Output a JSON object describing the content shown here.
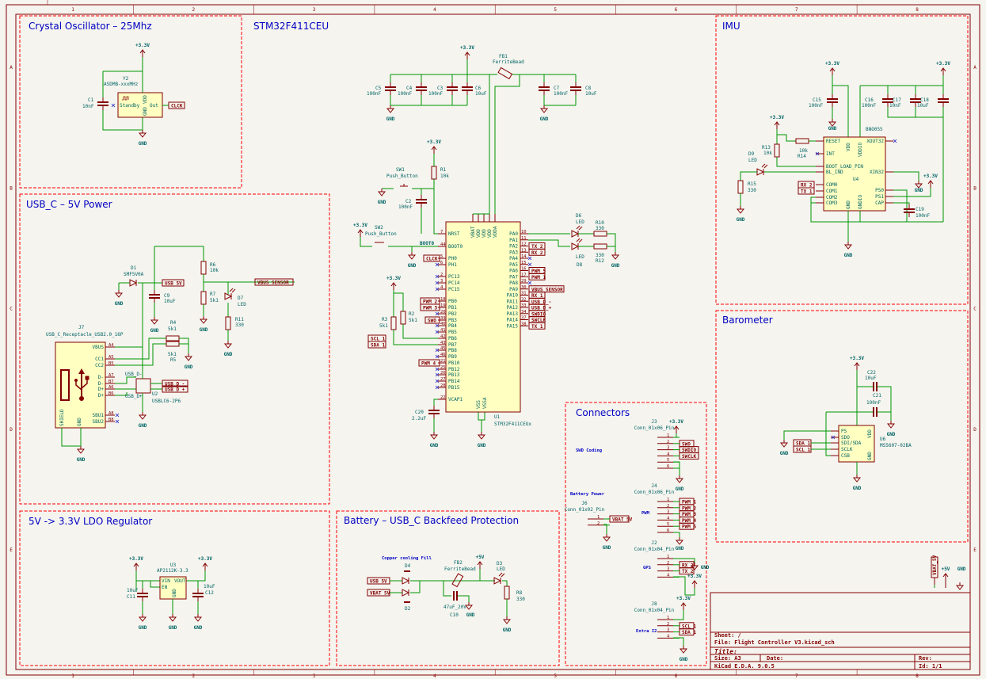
{
  "colors": {
    "background": "#f5f4ef",
    "frame": "#840000",
    "wire": "#009600",
    "component_text": "#006464",
    "section_text": "#0000c2",
    "section_border": "#ff0000",
    "ic_body": "#ffffc2",
    "no_connect": "#2020c0"
  },
  "border": {
    "columns": [
      "1",
      "2",
      "3",
      "4",
      "5",
      "6",
      "7",
      "8"
    ],
    "rows": [
      "A",
      "B",
      "C",
      "D",
      "E"
    ]
  },
  "sections": {
    "crystal": "Crystal Oscillator – 25Mhz",
    "mcu": "STM32F411CEU",
    "usb": "USB_C – 5V Power",
    "ldo": "5V -> 3.3V LDO Regulator",
    "battery": "Battery – USB_C Backfeed Protection",
    "connectors": "Connectors",
    "imu": "IMU",
    "barometer": "Barometer"
  },
  "power": {
    "v33": "+3.3V",
    "gnd": "GND",
    "v5": "+5V"
  },
  "nets": {
    "clck": "CLCK",
    "usb_5v": "USB_5V",
    "vbus_sensor": "VBUS_SENSOR",
    "usb_dm": "USB_D_-",
    "usb_dp": "USB_D_+",
    "usb_dn_local": "USB_D-",
    "usb_dp_local": "USB_D+",
    "tx2": "TX_2",
    "rx2": "RX_2",
    "pwm1": "PWM_1",
    "pwm2": "PWM_2",
    "pwm3": "PWM_3",
    "pwm4": "PWM_4",
    "pwm5": "PWM_5",
    "rx1": "RX_1",
    "tx1": "TX_1",
    "swo": "SWO",
    "swdio": "SWDIO",
    "swclk": "SWCLK",
    "scl1": "SCL_1",
    "sda1": "SDA_1",
    "vbat_5v": "VBAT_5V",
    "boot0": "BOOT0"
  },
  "components": {
    "Y2": {
      "ref": "Y2",
      "value": "ASDMB-xxxMHz",
      "pins": [
        "Standby",
        "Out",
        "GND",
        "VDD"
      ]
    },
    "C1": {
      "ref": "C1",
      "value": "10nF"
    },
    "C5": {
      "ref": "C5",
      "value": "100nF"
    },
    "C4": {
      "ref": "C4",
      "value": "100nF"
    },
    "C3": {
      "ref": "C3",
      "value": "100nF"
    },
    "C6": {
      "ref": "C6",
      "value": "10uF"
    },
    "C7": {
      "ref": "C7",
      "value": "100nF"
    },
    "C8": {
      "ref": "C8",
      "value": "10uF"
    },
    "FB1": {
      "ref": "FB1",
      "value": "FerriteBead"
    },
    "R1": {
      "ref": "R1",
      "value": "10k"
    },
    "SW1": {
      "ref": "SW1",
      "value": "Push_Button"
    },
    "SW2": {
      "ref": "SW2",
      "value": "Push_Button"
    },
    "C2": {
      "ref": "C2",
      "value": "100nF"
    },
    "R2": {
      "ref": "R2",
      "value": "5k1"
    },
    "R3": {
      "ref": "R3",
      "value": "5k1"
    },
    "C20": {
      "ref": "C20",
      "value": "2.2uF"
    },
    "D6": {
      "ref": "D6",
      "value": "LED"
    },
    "D8": {
      "ref": "D8",
      "value": "LED"
    },
    "R10": {
      "ref": "R10",
      "value": "330"
    },
    "R12": {
      "ref": "R12",
      "value": "330"
    },
    "U1": {
      "ref": "U1",
      "value": "STM32F411CEUx",
      "top_pins": [
        "VBAT",
        "VDD",
        "VDD",
        "VDD",
        "VDDA"
      ],
      "bottom_pins": [
        "VSS",
        "VSSA"
      ],
      "left_pins": [
        {
          "num": "7",
          "name": "NRST"
        },
        {
          "num": "44",
          "name": "BOOT0"
        },
        {
          "num": "5",
          "name": "PH0"
        },
        {
          "num": "6",
          "name": "PH1"
        },
        {
          "num": "2",
          "name": "PC13"
        },
        {
          "num": "3",
          "name": "PC14"
        },
        {
          "num": "4",
          "name": "PC15"
        },
        {
          "num": "18",
          "name": "PB0"
        },
        {
          "num": "19",
          "name": "PB1"
        },
        {
          "num": "20",
          "name": "PB2"
        },
        {
          "num": "39",
          "name": "PB3"
        },
        {
          "num": "40",
          "name": "PB4"
        },
        {
          "num": "41",
          "name": "PB5"
        },
        {
          "num": "42",
          "name": "PB6"
        },
        {
          "num": "43",
          "name": "PB7"
        },
        {
          "num": "45",
          "name": "PB8"
        },
        {
          "num": "46",
          "name": "PB9"
        },
        {
          "num": "21",
          "name": "PB10"
        },
        {
          "num": "25",
          "name": "PB12"
        },
        {
          "num": "26",
          "name": "PB13"
        },
        {
          "num": "27",
          "name": "PB14"
        },
        {
          "num": "28",
          "name": "PB15"
        },
        {
          "num": "22",
          "name": "VCAP1"
        }
      ],
      "right_pins": [
        {
          "num": "10",
          "name": "PA0"
        },
        {
          "num": "11",
          "name": "PA1"
        },
        {
          "num": "12",
          "name": "PA2"
        },
        {
          "num": "13",
          "name": "PA3"
        },
        {
          "num": "14",
          "name": "PA4"
        },
        {
          "num": "15",
          "name": "PA5"
        },
        {
          "num": "16",
          "name": "PA6"
        },
        {
          "num": "17",
          "name": "PA7"
        },
        {
          "num": "29",
          "name": "PA8"
        },
        {
          "num": "30",
          "name": "PA9"
        },
        {
          "num": "31",
          "name": "PA10"
        },
        {
          "num": "32",
          "name": "PA11"
        },
        {
          "num": "33",
          "name": "PA12"
        },
        {
          "num": "34",
          "name": "PA13"
        },
        {
          "num": "37",
          "name": "PA14"
        },
        {
          "num": "38",
          "name": "PA15"
        }
      ]
    },
    "D1": {
      "ref": "D1",
      "value": "SMF5V0A"
    },
    "C9": {
      "ref": "C9",
      "value": "10uF"
    },
    "R6": {
      "ref": "R6",
      "value": "10k"
    },
    "R7": {
      "ref": "R7",
      "value": "5k1"
    },
    "D7": {
      "ref": "D7",
      "value": "LED"
    },
    "R11": {
      "ref": "R11",
      "value": "330"
    },
    "R4": {
      "ref": "R4",
      "value": "5k1"
    },
    "R5": {
      "ref": "R5",
      "value": "5k1"
    },
    "J7": {
      "ref": "J7",
      "value": "USB_C_Receptacle_USB2.0_16P",
      "pins": [
        "VBUS",
        "CC1",
        "CC2",
        "D-",
        "D-",
        "D+",
        "D+",
        "SBU1",
        "SBU2",
        "SHIELD",
        "GND"
      ]
    },
    "U2": {
      "ref": "U2",
      "value": "USBLC6-2P6"
    },
    "U3": {
      "ref": "U3",
      "value": "AP2112K-3.3",
      "pins": [
        "VIN",
        "VOUT",
        "EN",
        "GND"
      ]
    },
    "C11": {
      "ref": "C11",
      "value": "10uF"
    },
    "C12": {
      "ref": "C12",
      "value": "10uF"
    },
    "D4": {
      "ref": "D4"
    },
    "D2": {
      "ref": "D2"
    },
    "FB2": {
      "ref": "FB2",
      "value": "FerriteBead"
    },
    "C10": {
      "ref": "C10",
      "value": "47uF_20V"
    },
    "D3": {
      "ref": "D3",
      "value": "LED"
    },
    "R8": {
      "ref": "R8",
      "value": "330"
    },
    "J3": {
      "ref": "J3",
      "value": "Conn_01x06_Pin"
    },
    "J4": {
      "ref": "J4",
      "value": "Conn_01x06_Pin"
    },
    "J6": {
      "ref": "J6",
      "value": "Conn_01x02_Pin"
    },
    "J2": {
      "ref": "J2",
      "value": "Conn_01x04_Pin"
    },
    "J8": {
      "ref": "J8",
      "value": "Conn_01x04_Pin"
    },
    "U4": {
      "ref": "U4",
      "value": "BNO055",
      "pins": [
        "RESET",
        "INT",
        "BOOT_LOAD_PIN",
        "BL_IND",
        "COM0",
        "COM1",
        "COM2",
        "COM3",
        "XOUT32",
        "XIN32",
        "PS0",
        "PS1",
        "CAP",
        "VDD",
        "VDDIO",
        "GND",
        "GNDIO"
      ]
    },
    "C15": {
      "ref": "C15",
      "value": "100nF"
    },
    "C16": {
      "ref": "C16",
      "value": "100nF"
    },
    "C17": {
      "ref": "C17",
      "value": "10nF"
    },
    "C18": {
      "ref": "C18",
      "value": "10uF"
    },
    "C19": {
      "ref": "C19",
      "value": "100nF"
    },
    "R13": {
      "ref": "R13",
      "value": "10k"
    },
    "R14": {
      "ref": "R14",
      "value": "10k"
    },
    "D9": {
      "ref": "D9",
      "value": "LED"
    },
    "R15": {
      "ref": "R15",
      "value": "330"
    },
    "U6": {
      "ref": "U6",
      "value": "MS5607-02BA",
      "pins": [
        "PS",
        "SDO",
        "SDI/SDA",
        "SCLK",
        "CSB",
        "VDD",
        "GND"
      ]
    },
    "C22": {
      "ref": "C22",
      "value": "10uF"
    },
    "C21": {
      "ref": "C21",
      "value": "100nF"
    }
  },
  "notes": {
    "swd": "SWD Coding",
    "pwm": "PWM",
    "gps": "GPS",
    "i2c": "Extra I2",
    "battery_power": "Battery Power",
    "copper": "Copper cooling Fill"
  },
  "title_block": {
    "sheet": "Sheet: /",
    "file": "File: Flight Controller V3.kicad_sch",
    "title": "Title:",
    "size": "Size: A3",
    "date": "Date:",
    "rev": "Rev:",
    "kicad": "KiCad E.D.A. 9.0.5",
    "id": "Id: 1/1"
  }
}
